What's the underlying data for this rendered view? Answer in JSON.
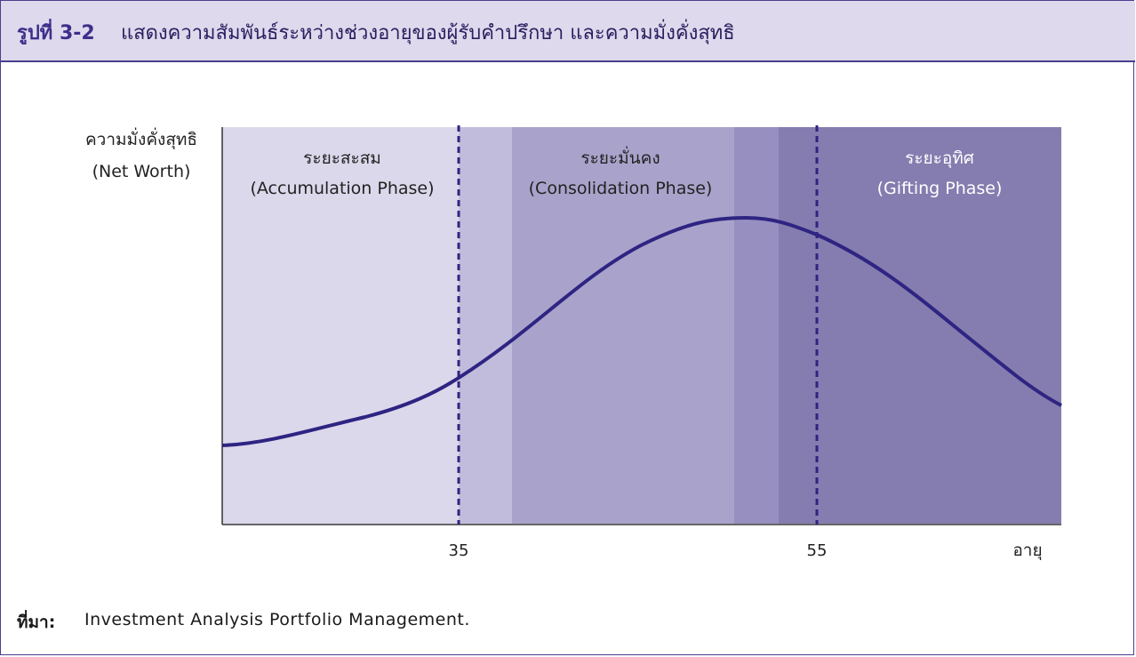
{
  "figure": {
    "number": "รูปที่ 3-2",
    "title": "แสดงความสัมพันธ์ระหว่างช่วงอายุของผู้รับคำปรึกษา และความมั่งคั่งสุทธิ"
  },
  "chart": {
    "ylabel_th": "ความมั่งคั่งสุทธิ",
    "ylabel_en": "(Net Worth)",
    "xlabel": "อายุ",
    "ticks": [
      "35",
      "55"
    ],
    "phases": [
      {
        "name_th": "ระยะสะสม",
        "name_en": "(Accumulation Phase)"
      },
      {
        "name_th": "ระยะมั่นคง",
        "name_en": "(Consolidation Phase)"
      },
      {
        "name_th": "ระยะอุทิศ",
        "name_en": "(Gifting Phase)"
      }
    ]
  },
  "source": {
    "label": "ที่มา:",
    "text": "Investment Analysis Portfolio Management."
  },
  "colors": {
    "curve": "#2e2482",
    "phase1": "#dcd8eb",
    "phase_transition": "#c2bcdc",
    "phase2": "#a9a3cb",
    "phase2b": "#968fc0",
    "phase3": "#857caf",
    "axis": "#333333",
    "divider": "#2e2482"
  }
}
